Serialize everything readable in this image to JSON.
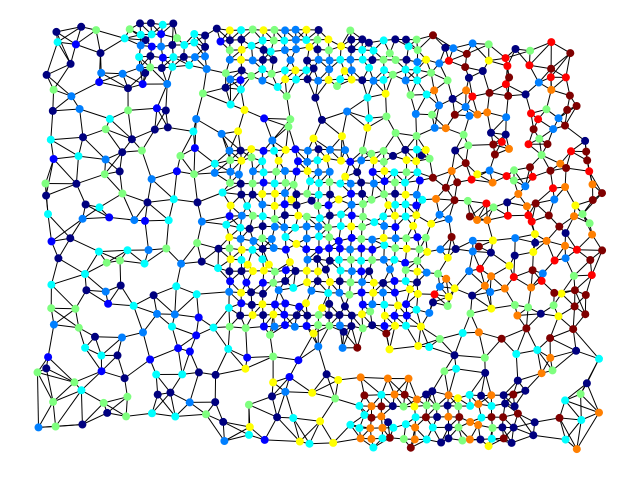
{
  "graph": {
    "type": "triangulated-mesh-graph",
    "edge_color": "#000000",
    "background_color": "#ffffff",
    "node_colormap": {
      "name": "jet",
      "stops": [
        "#00007f",
        "#0000ff",
        "#007fff",
        "#00ffff",
        "#7fff7f",
        "#ffff00",
        "#ff7f00",
        "#ff0000",
        "#7f0000"
      ]
    },
    "regions": [
      {
        "name": "west-sparse-dark",
        "palette": [
          "#00007f",
          "#00007f",
          "#0000ff",
          "#007fff",
          "#00ffff",
          "#00ffff",
          "#7fff7f"
        ],
        "grid": false
      },
      {
        "name": "north-dense-cyan",
        "palette": [
          "#00ffff",
          "#00ffff",
          "#007fff",
          "#00007f",
          "#7fff7f",
          "#ffff00"
        ],
        "grid": true
      },
      {
        "name": "center-dense-mixed",
        "palette": [
          "#00007f",
          "#0000ff",
          "#007fff",
          "#00ffff",
          "#7fff7f",
          "#ffff00"
        ],
        "grid": true
      },
      {
        "name": "east-hot",
        "palette": [
          "#7f0000",
          "#7f0000",
          "#ff0000",
          "#ff7f00",
          "#7fff7f",
          "#ffff00",
          "#00007f",
          "#007fff"
        ],
        "grid": false
      },
      {
        "name": "south-east-mixed",
        "palette": [
          "#7fff7f",
          "#00ffff",
          "#ffff00",
          "#00007f",
          "#7f0000",
          "#ff7f00"
        ],
        "grid": true
      }
    ]
  }
}
